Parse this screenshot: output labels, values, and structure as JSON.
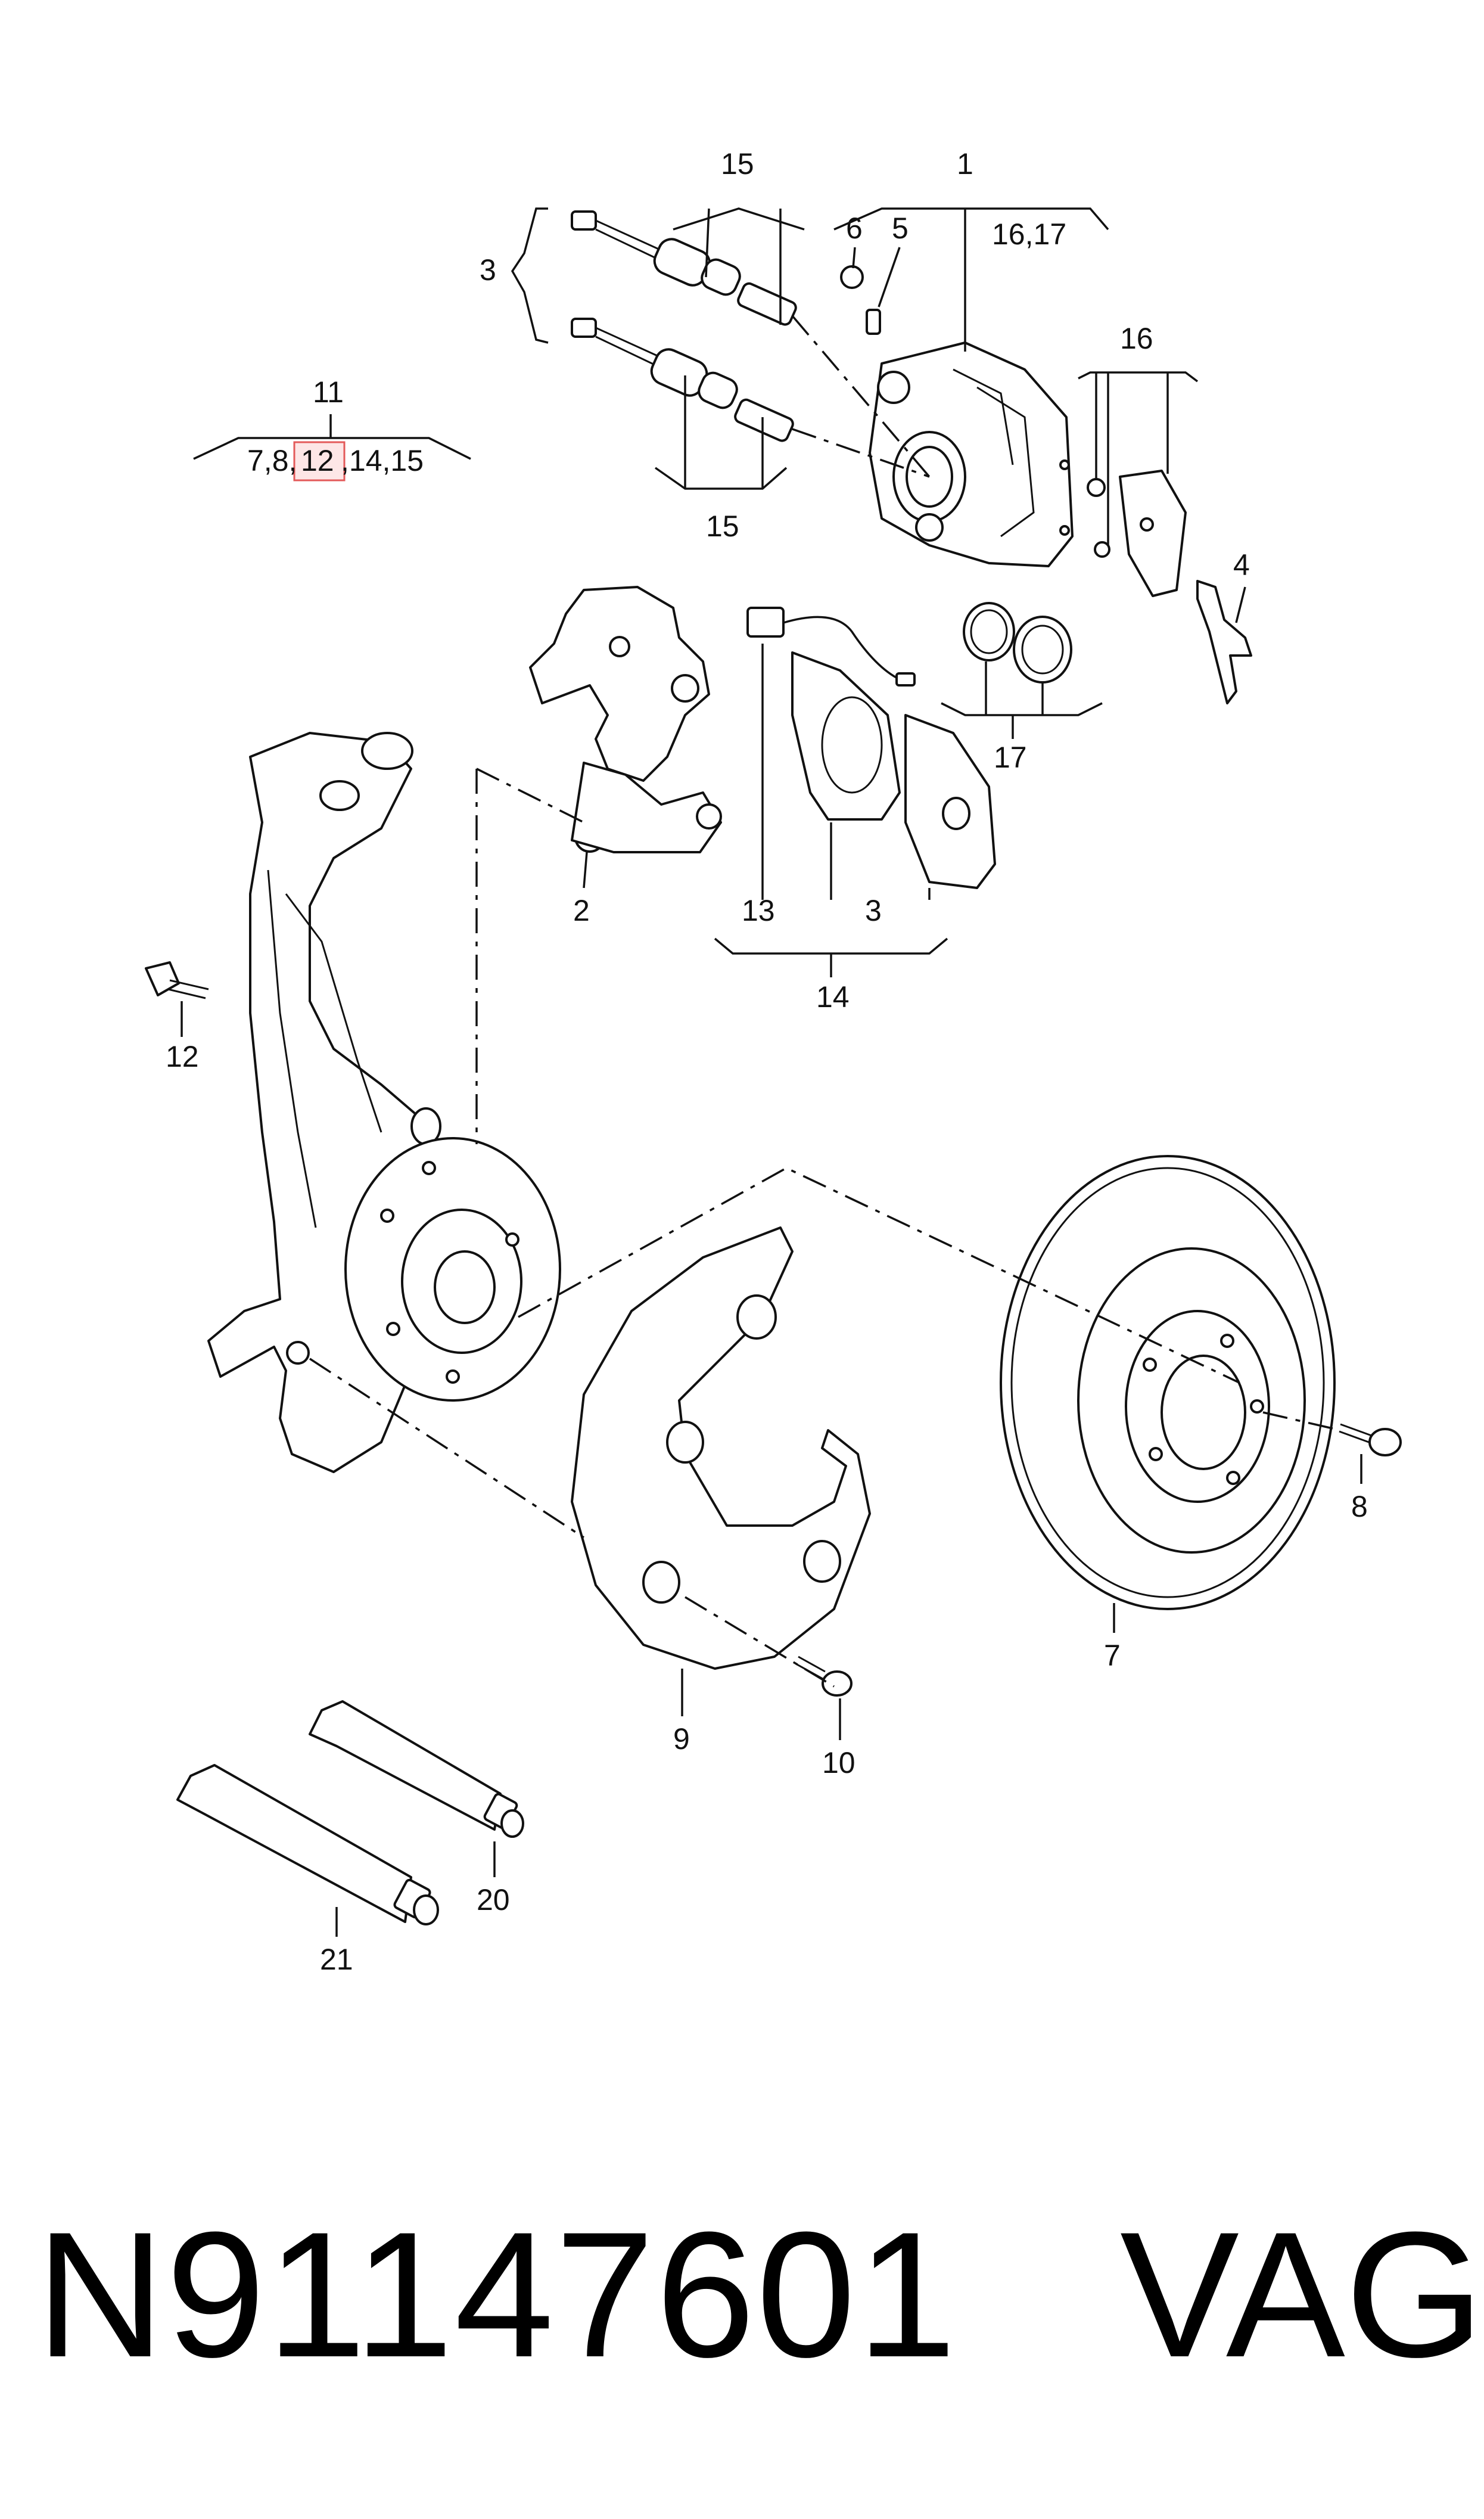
{
  "callouts": {
    "c1": "1",
    "c15_top": "15",
    "c16_17": "16,17",
    "c6": "6",
    "c5": "5",
    "c3_top": "3",
    "c11": "11",
    "c11_sub_a": "7,8,",
    "c11_sub_hl": "12",
    "c11_sub_b": ",14,15",
    "c15_bottom": "15",
    "c16": "16",
    "c4": "4",
    "c17": "17",
    "c2": "2",
    "c13": "13",
    "c3_mid": "3",
    "c14": "14",
    "c12": "12",
    "c8": "8",
    "c7": "7",
    "c9": "9",
    "c10": "10",
    "c20": "20",
    "c21": "21"
  },
  "footer": {
    "part_number": "N91147601",
    "brand": "VAG"
  },
  "colors": {
    "highlight_fill": "#fde6e6",
    "highlight_stroke": "#e35a5a",
    "line": "#111111"
  }
}
